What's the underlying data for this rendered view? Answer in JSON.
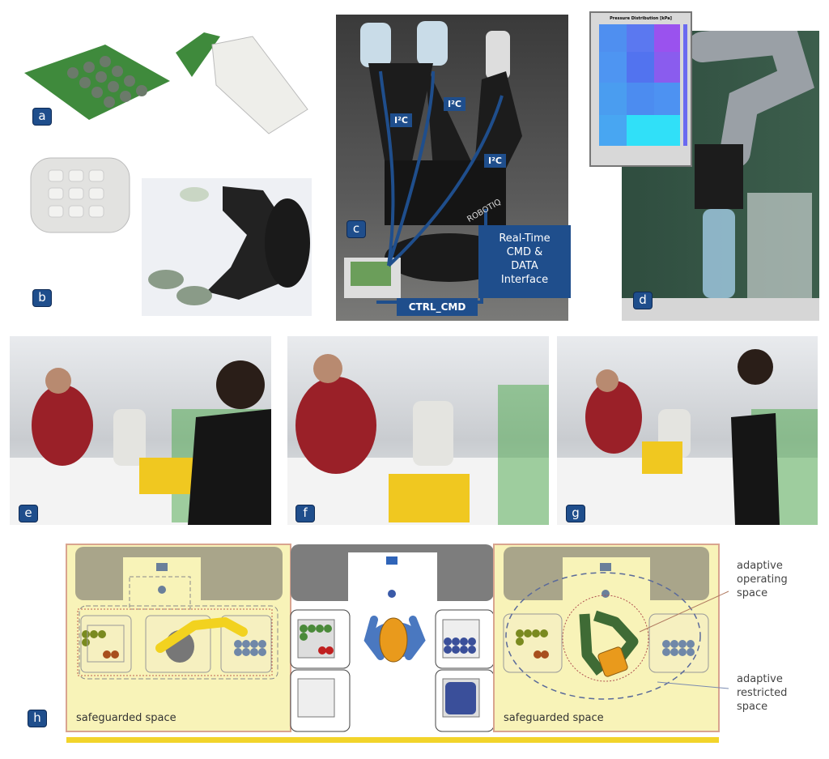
{
  "panels": {
    "a": "a",
    "b": "b",
    "c": "c",
    "d": "d",
    "e": "e",
    "f": "f",
    "g": "g",
    "h": "h"
  },
  "panel_c": {
    "i2c_labels": [
      "I²C",
      "I²C",
      "I²C"
    ],
    "interface_box": [
      "Real-Time",
      "CMD &",
      "DATA",
      "Interface"
    ],
    "ctrl_label": "CTRL_CMD",
    "brand_text": "ROBOTIQ"
  },
  "panel_d": {
    "heatmap_title": "Pressure Distribution [kPa]"
  },
  "panel_h": {
    "left_label": "safeguarded space",
    "right_label": "safeguarded space",
    "annotation_operating": [
      "adaptive",
      "operating",
      "space"
    ],
    "annotation_restricted": [
      "adaptive",
      "restricted",
      "space"
    ]
  },
  "colors": {
    "label_bg": "#1f4e8c",
    "safeguard_yellow": "#f8f3b8",
    "bar_yellow": "#f2d42a",
    "robot_yellow": "#f2d21f",
    "robot_green": "#3f6b35",
    "orange": "#e99a1c"
  }
}
